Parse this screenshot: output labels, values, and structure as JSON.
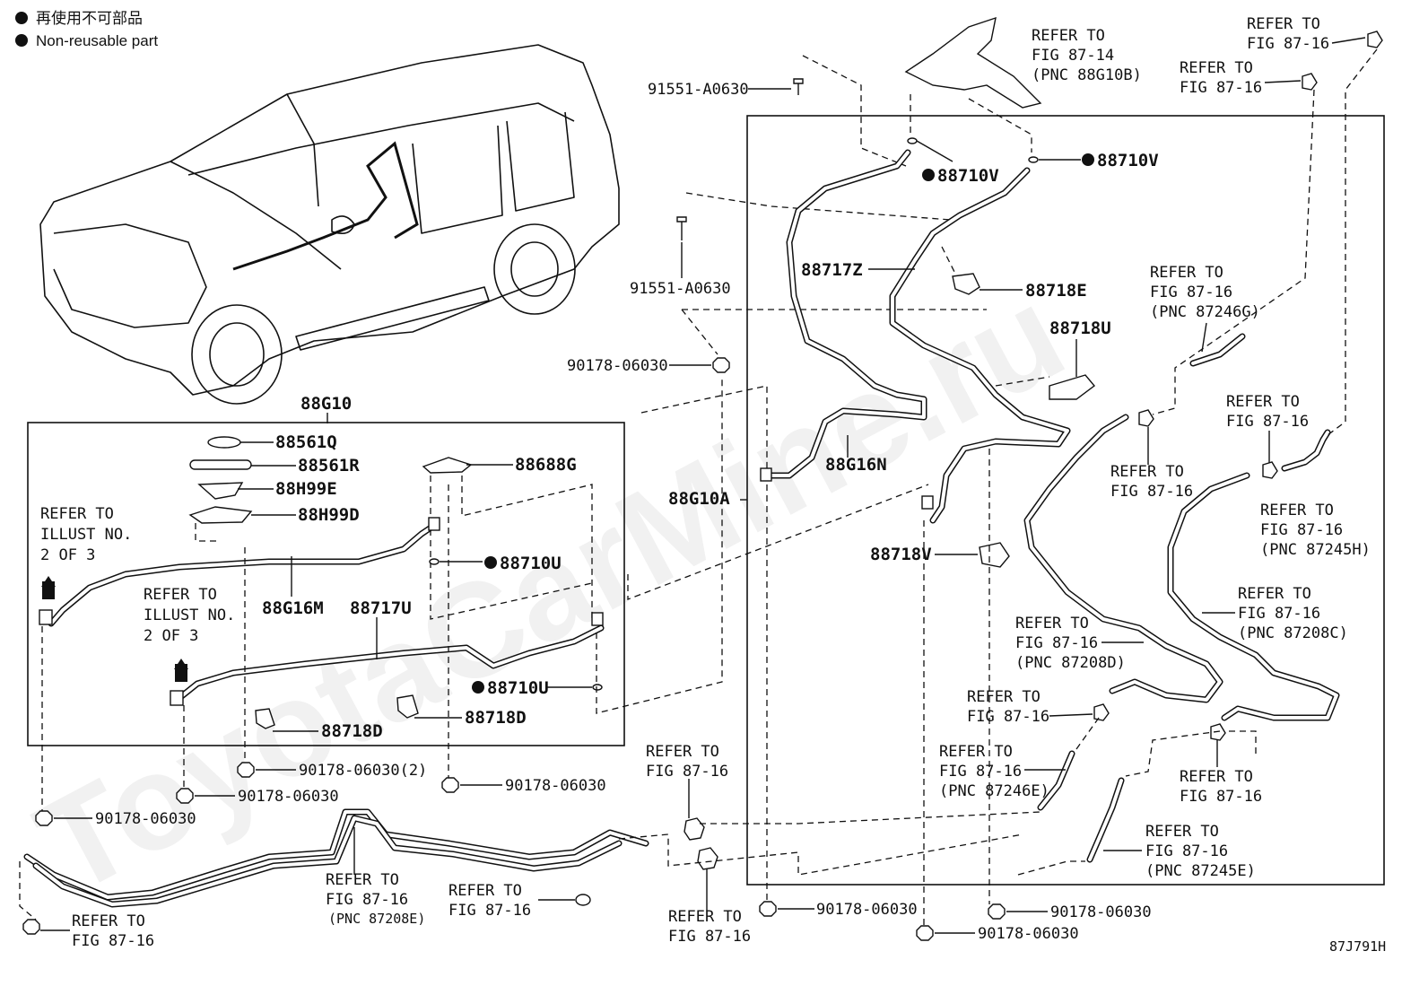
{
  "legend": {
    "jp": "再使用不可部品",
    "en": "Non-reusable part"
  },
  "watermark": "ToyotaCarMine.ru",
  "figure_code": "87J791H",
  "assembly": {
    "main": "88G10",
    "sub": "88G10A"
  },
  "parts": {
    "p88561Q": "88561Q",
    "p88561R": "88561R",
    "p88H99E": "88H99E",
    "p88H99D": "88H99D",
    "p88688G": "88688G",
    "p88710U_a": "88710U",
    "p88710U_b": "88710U",
    "p88G16M": "88G16M",
    "p88717U": "88717U",
    "p88718D_a": "88718D",
    "p88718D_b": "88718D",
    "p88710V_a": "88710V",
    "p88710V_b": "88710V",
    "p88717Z": "88717Z",
    "p88718E": "88718E",
    "p88718U": "88718U",
    "p88G16N": "88G16N",
    "p88718V": "88718V"
  },
  "fasteners": {
    "bolt_a": "91551-A0630",
    "bolt_b": "91551-A0630",
    "nut_1": "90178-06030",
    "nut_2": "90178-06030(2)",
    "nut_3": "90178-06030",
    "nut_4": "90178-06030",
    "nut_5": "90178-06030",
    "nut_6": "90178-06030",
    "nut_7": "90178-06030",
    "nut_8": "90178-06030"
  },
  "refer": {
    "refer_to": "REFER TO",
    "illust_no": "ILLUST NO.",
    "two_of_three": "2 OF 3",
    "fig_87_14": "FIG 87-14",
    "fig_87_16": "FIG 87-16",
    "pnc_88G10B": "(PNC 88G10B)",
    "pnc_87246G": "(PNC 87246G)",
    "pnc_87245H": "(PNC 87245H)",
    "pnc_87208C": "(PNC 87208C)",
    "pnc_87208D": "(PNC 87208D)",
    "pnc_87246E": "(PNC 87246E)",
    "pnc_87245E": "(PNC 87245E)",
    "pnc_87208E": "(PNC 87208E)"
  }
}
